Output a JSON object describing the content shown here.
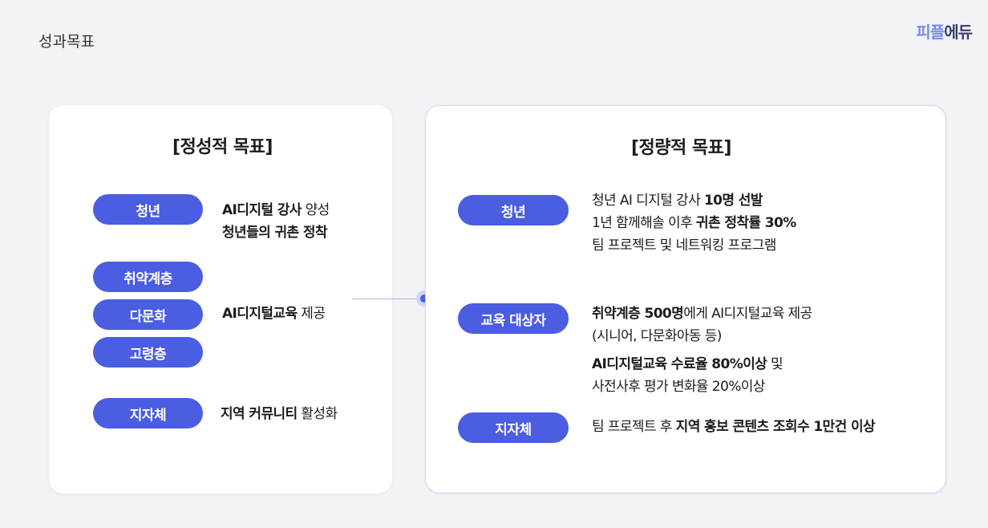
{
  "page": {
    "title": "성과목표"
  },
  "logo": {
    "part1": "피플",
    "part2": "에듀"
  },
  "qualitative": {
    "title": "[정성적 목표]",
    "pills": [
      "청년",
      "취약계층",
      "다문화",
      "고령층",
      "지자체"
    ],
    "desc_youth": {
      "b1": "AI디지털 강사",
      "t1": " 양성",
      "b2": "청년들의 귀촌 정착"
    },
    "desc_vulnerable": {
      "b1": "AI디지털교육",
      "t1": " 제공"
    },
    "desc_local": {
      "b1": "지역 커뮤니티",
      "t1": " 활성화"
    }
  },
  "quantitative": {
    "title": "[정량적 목표]",
    "pills": [
      "청년",
      "교육 대상자",
      "지자체"
    ],
    "youth": {
      "line1_t": "청년 AI 디지털 강사 ",
      "line1_b": "10명 선발",
      "line2_t": "1년 함께해솔 이후 ",
      "line2_b": "귀촌 정착률 30%",
      "line3_t": "팀 프로젝트 및 네트워킹 프로그램"
    },
    "learners": {
      "line1_b": "취약계층 500명",
      "line1_t": "에게 AI디지털교육 제공",
      "line2_t": "(시니어, 다문화아동 등)",
      "line3_b": "AI디지털교육 수료율 80%이상",
      "line3_t": " 및",
      "line4_t": "사전사후 평가 변화율 20%이상"
    },
    "local": {
      "line1_t": "팀 프로젝트 후 ",
      "line1_b": "지역 홍보 콘텐츠 조회수 1만건 이상"
    }
  }
}
